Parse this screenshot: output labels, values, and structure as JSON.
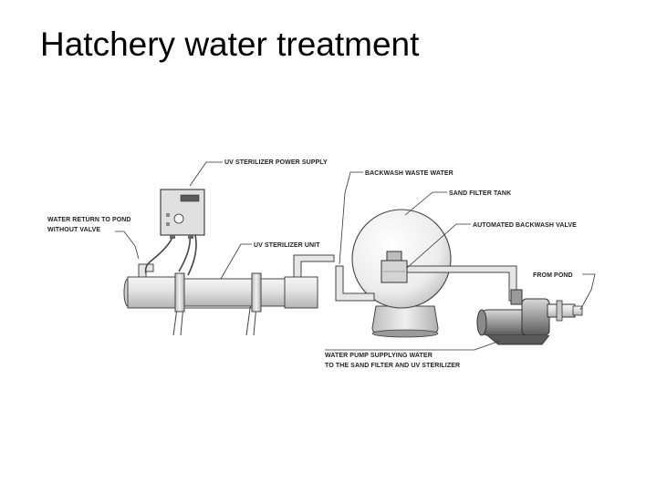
{
  "title": "Hatchery water treatment",
  "diagram": {
    "labels": {
      "uv_power_supply": "UV STERILIZER POWER SUPPLY",
      "backwash_waste_water": "BACKWASH WASTE WATER",
      "sand_filter_tank": "SAND FILTER TANK",
      "automated_backwash_valve": "AUTOMATED BACKWASH VALVE",
      "water_return_line1": "WATER RETURN TO POND",
      "water_return_line2": "WITHOUT VALVE",
      "uv_sterilizer_unit": "UV STERILIZER UNIT",
      "from_pond": "FROM POND",
      "water_pump_line1": "WATER PUMP SUPPLYING WATER",
      "water_pump_line2": "TO THE SAND FILTER AND UV STERILIZER"
    }
  }
}
